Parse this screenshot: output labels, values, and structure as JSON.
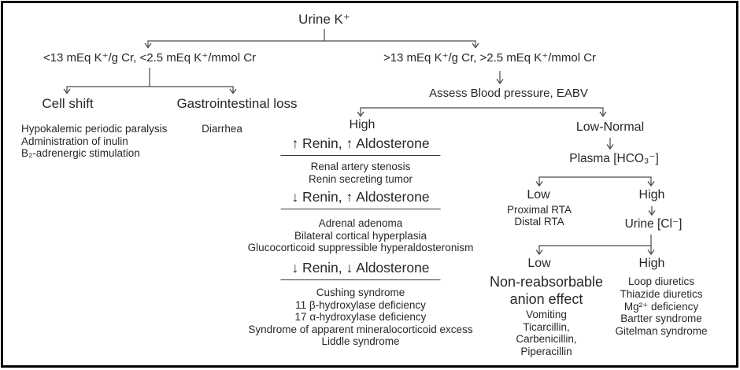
{
  "accent_colors": {
    "text": "#282828",
    "line": "#4a4a4a",
    "frame": "#000000"
  },
  "root": {
    "label": "Urine K⁺"
  },
  "low_branch": {
    "criteria": "<13 mEq K⁺/g Cr, <2.5 mEq K⁺/mmol Cr",
    "cell_shift": {
      "title": "Cell shift",
      "items": [
        "Hypokalemic periodic paralysis",
        "Administration of inulin",
        "B₂-adrenergic stimulation"
      ]
    },
    "gi_loss": {
      "title": "Gastrointestinal loss",
      "items": [
        "Diarrhea"
      ]
    }
  },
  "high_branch": {
    "criteria": ">13 mEq K⁺/g Cr, >2.5 mEq K⁺/mmol Cr",
    "assess": "Assess Blood pressure, EABV",
    "bp_high": {
      "label": "High",
      "groups": [
        {
          "header": "↑ Renin, ↑ Aldosterone",
          "items": [
            "Renal artery stenosis",
            "Renin secreting tumor"
          ]
        },
        {
          "header": "↓ Renin, ↑ Aldosterone",
          "items": [
            "Adrenal adenoma",
            "Bilateral cortical hyperplasia",
            "Glucocorticoid suppressible hyperaldosteronism"
          ]
        },
        {
          "header": "↓ Renin, ↓ Aldosterone",
          "items": [
            "Cushing syndrome",
            "11 β-hydroxylase deficiency",
            "17 α-hydroxylase deficiency",
            "Syndrome of apparent mineralocorticoid excess",
            "Liddle syndrome"
          ]
        }
      ]
    },
    "low_normal": {
      "label": "Low-Normal",
      "plasma": "Plasma [HCO₃⁻]",
      "hco3_low": {
        "label": "Low",
        "items": [
          "Proximal RTA",
          "Distal RTA"
        ]
      },
      "hco3_high": {
        "label": "High",
        "urine_cl": "Urine [Cl⁻]",
        "cl_low": {
          "label": "Low",
          "title": "Non-reabsorbable anion effect",
          "items": [
            "Vomiting",
            "Ticarcillin,",
            "Carbenicillin,",
            "Piperacillin"
          ]
        },
        "cl_high": {
          "label": "High",
          "items": [
            "Loop diuretics",
            "Thiazide diuretics",
            "Mg²⁺ deficiency",
            "Bartter syndrome",
            "Gitelman syndrome"
          ]
        }
      }
    }
  }
}
